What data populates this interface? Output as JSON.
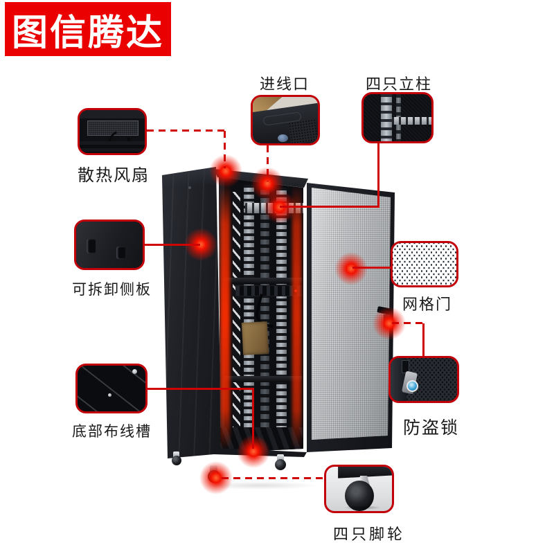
{
  "brand": {
    "name": "图信腾达"
  },
  "callouts": {
    "cable_entry": {
      "label": "进线口"
    },
    "four_pillars": {
      "label": "四只立柱"
    },
    "cooling_fan": {
      "label": "散热风扇"
    },
    "removable_side_panel": {
      "label": "可拆卸侧板"
    },
    "mesh_door": {
      "label": "网格门"
    },
    "anti_theft_lock": {
      "label": "防盗锁"
    },
    "bottom_cable_trough": {
      "label": "底部布线槽"
    },
    "four_casters": {
      "label": "四只脚轮"
    }
  },
  "colors": {
    "banner_red": "#ea0000",
    "callout_border_red": "#c2000a",
    "line_red": "#d00404",
    "glow_red": "#ff2e00",
    "cabinet_black": "#16181d",
    "door_mesh_gray": "#c7c9cb"
  }
}
